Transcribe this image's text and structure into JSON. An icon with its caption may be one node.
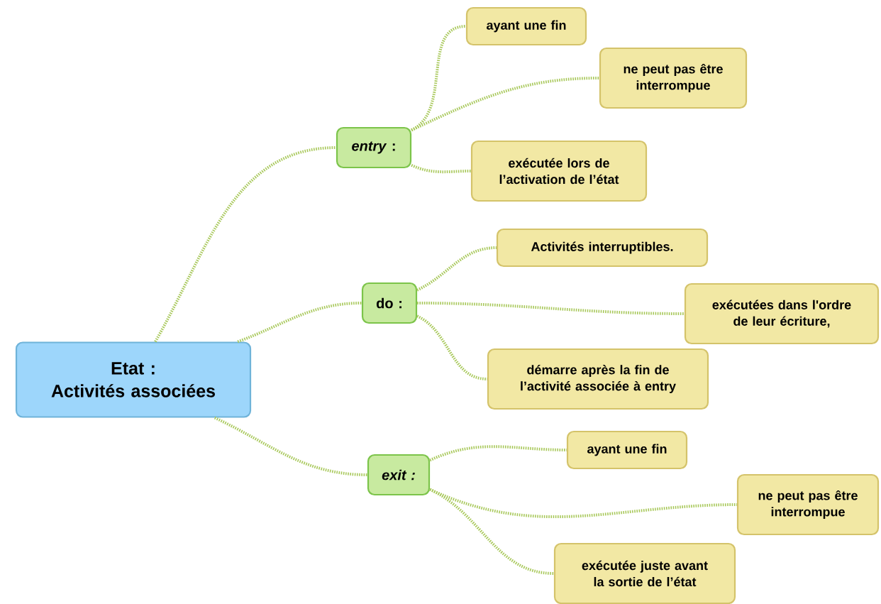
{
  "diagram": {
    "nodes": [
      {
        "text": [
          "Etat :",
          "Activités associées"
        ]
      },
      {
        "text": [
          "*entry* :"
        ]
      },
      {
        "text": [
          "ayant une fin"
        ]
      },
      {
        "text": [
          "ne peut pas être interrompue"
        ]
      },
      {
        "text": [
          "exécutée lors de l’activation de l’état"
        ]
      },
      {
        "text": [
          "do :"
        ]
      },
      {
        "text": [
          "Activités interruptibles."
        ]
      },
      {
        "text": [
          "exécutées dans l'ordre de leur écriture,"
        ]
      },
      {
        "text": [
          "démarre après la fin de l’activité associée à entry"
        ]
      },
      {
        "text": [
          "exit :"
        ]
      },
      {
        "text": [
          "ayant une fin"
        ]
      },
      {
        "text": [
          "ne peut pas être interrompue"
        ]
      },
      {
        "text": [
          "exécutée juste avant la sortie de l’état"
        ]
      }
    ],
    "edges": [
      {
        "from": 0,
        "to": 1,
        "arrow": "none"
      },
      {
        "from": 0,
        "to": 5,
        "arrow": "none"
      },
      {
        "from": 0,
        "to": 9,
        "arrow": "none"
      },
      {
        "from": 1,
        "to": 2,
        "arrow": "none"
      },
      {
        "from": 1,
        "to": 3,
        "arrow": "none"
      },
      {
        "from": 1,
        "to": 4,
        "arrow": "none"
      },
      {
        "from": 5,
        "to": 6,
        "arrow": "none"
      },
      {
        "from": 5,
        "to": 7,
        "arrow": "none"
      },
      {
        "from": 5,
        "to": 8,
        "arrow": "none"
      },
      {
        "from": 9,
        "to": 10,
        "arrow": "none"
      },
      {
        "from": 9,
        "to": 11,
        "arrow": "none"
      },
      {
        "from": 9,
        "to": 12,
        "arrow": "none"
      }
    ]
  }
}
